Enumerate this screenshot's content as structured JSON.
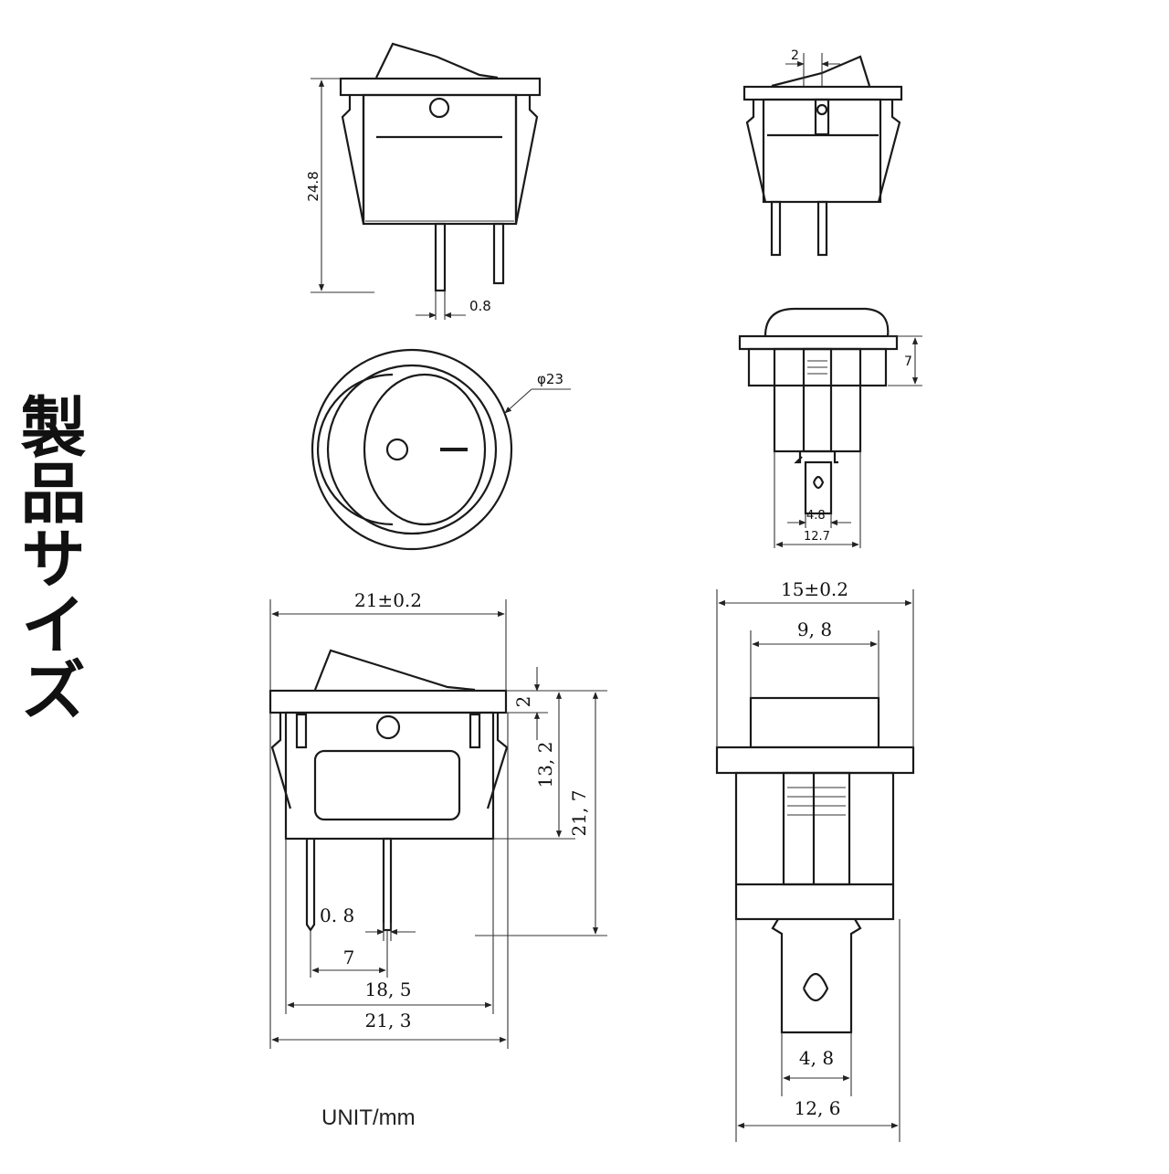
{
  "title": "製品サイズ",
  "unit": "UNIT/mm",
  "dims": {
    "tl_height": "24.8",
    "tl_pin": "0.8",
    "tr_offset": "2",
    "ml_diameter": "φ23",
    "mr_height": "7",
    "mr_pin": "4.8",
    "mr_width": "12.7",
    "bl_width_top": "21±0.2",
    "bl_bezel": "2",
    "bl_body": "13, 2",
    "bl_total": "21, 7",
    "bl_pin": "0. 8",
    "bl_pitch": "7",
    "bl_base": "18, 5",
    "bl_bottom": "21, 3",
    "br_width_top": "15±0.2",
    "br_rocker": "9, 8",
    "br_pin": "4, 8",
    "br_bottom": "12, 6"
  },
  "colors": {
    "line": "#1a1a1a",
    "background": "#ffffff"
  }
}
